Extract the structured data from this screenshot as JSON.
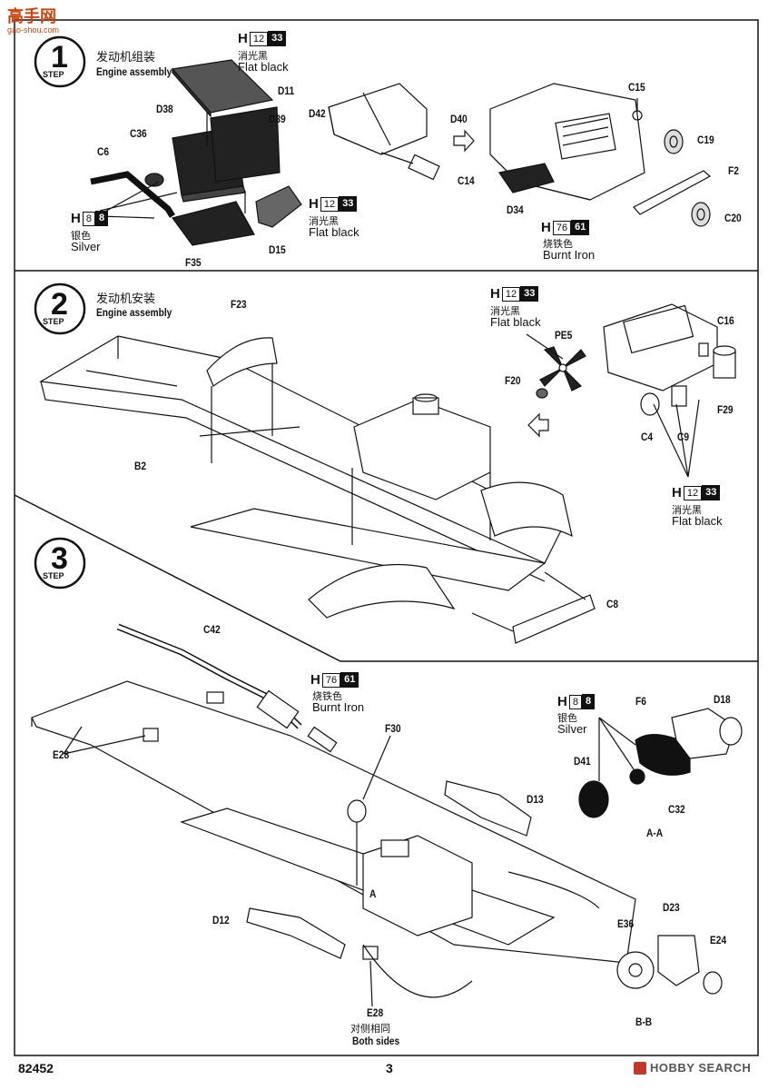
{
  "watermark": {
    "top": "高手网",
    "bottom": "gao-shou.com"
  },
  "steps": [
    {
      "number": "1",
      "step_word": "STEP",
      "title_cn": "发动机组装",
      "title_en": "Engine assembly",
      "parts": [
        "D11",
        "D38",
        "D39",
        "C36",
        "C6",
        "F35",
        "D15",
        "D42",
        "D40",
        "C14",
        "C15",
        "C19",
        "F2",
        "D34",
        "C20"
      ],
      "paints": [
        {
          "h": "H",
          "code": "12",
          "mr": "33",
          "cn": "消光黑",
          "en": "Flat black"
        },
        {
          "h": "H",
          "code": "12",
          "mr": "33",
          "cn": "消光黑",
          "en": "Flat black"
        },
        {
          "h": "H",
          "code": "8",
          "mr": "8",
          "cn": "银色",
          "en": "Silver"
        },
        {
          "h": "H",
          "code": "76",
          "mr": "61",
          "cn": "烧铁色",
          "en": "Burnt Iron"
        }
      ]
    },
    {
      "number": "2",
      "step_word": "STEP",
      "title_cn": "发动机安装",
      "title_en": "Engine assembly",
      "parts": [
        "F23",
        "B2",
        "PE5",
        "F20",
        "C16",
        "F29",
        "C4",
        "C9",
        "C8"
      ],
      "paints": [
        {
          "h": "H",
          "code": "12",
          "mr": "33",
          "cn": "消光黑",
          "en": "Flat black"
        },
        {
          "h": "H",
          "code": "12",
          "mr": "33",
          "cn": "消光黑",
          "en": "Flat black"
        }
      ]
    },
    {
      "number": "3",
      "step_word": "STEP",
      "parts": [
        "C42",
        "E28",
        "F30",
        "D13",
        "D12",
        "F6",
        "D18",
        "D41",
        "C32",
        "D23",
        "E36",
        "E24"
      ],
      "paints": [
        {
          "h": "H",
          "code": "76",
          "mr": "61",
          "cn": "烧铁色",
          "en": "Burnt Iron"
        },
        {
          "h": "H",
          "code": "8",
          "mr": "8",
          "cn": "银色",
          "en": "Silver"
        }
      ],
      "section_aa": "A-A",
      "section_bb": "B-B",
      "marker_a": "A",
      "e28_note_part": "E28",
      "e28_note_cn": "对侧相同",
      "e28_note_en": "Both sides"
    }
  ],
  "footer": {
    "kit_number": "82452",
    "page_number": "3",
    "logo_text": "HOBBY SEARCH"
  }
}
